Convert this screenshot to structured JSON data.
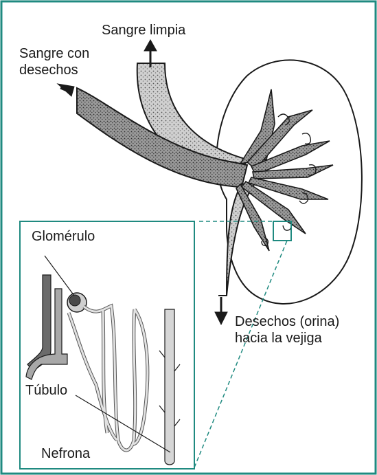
{
  "labels": {
    "clean_blood": "Sangre limpia",
    "dirty_blood_line1": "Sangre con",
    "dirty_blood_line2": "desechos",
    "waste_line1": "Desechos (orina)",
    "waste_line2": "hacia la vejiga",
    "glomerulus": "Glomérulo",
    "tubule": "Túbulo",
    "nephron": "Nefrona"
  },
  "colors": {
    "frame": "#1f8a80",
    "ink": "#1a1a1a",
    "vessel_fill": "#bdbdbd",
    "tubule_fill": "#d6d6d6"
  }
}
